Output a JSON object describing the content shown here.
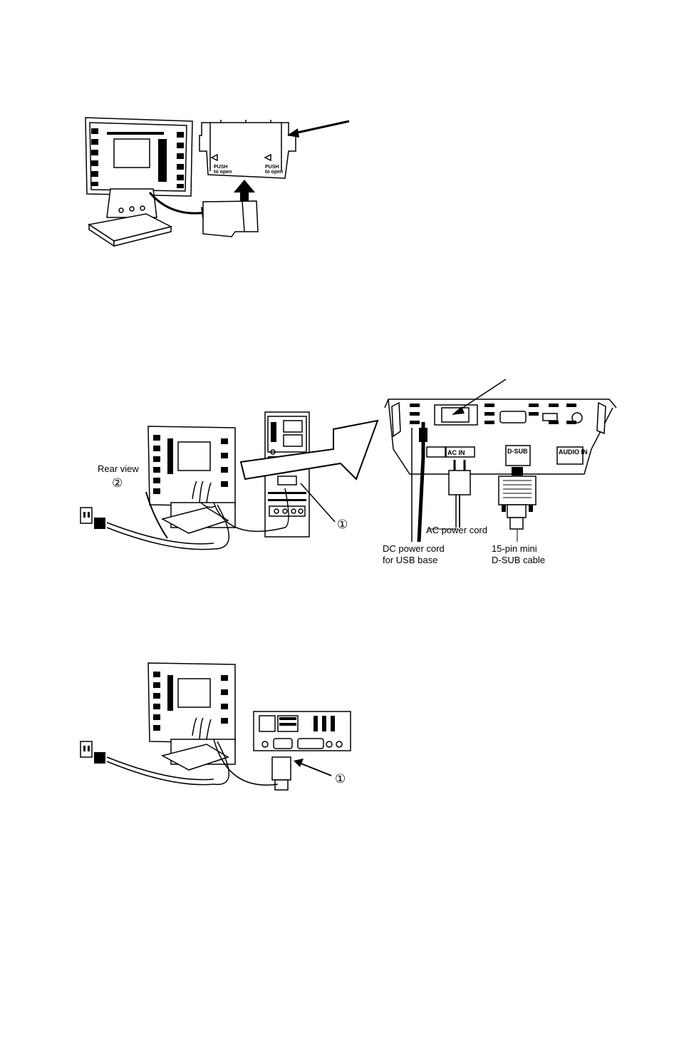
{
  "figure1": {
    "cover_text_left": "PUSH\nto open",
    "cover_text_right": "PUSH\nto open"
  },
  "figure2": {
    "rear_view_label": "Rear view",
    "callout_1": "①",
    "callout_2": "②",
    "port_labels": [
      "AC IN",
      "D-SUB",
      "AUDIO IN"
    ],
    "ac_power_cord_label": "AC power cord",
    "dc_power_cord_label": [
      "DC power cord",
      "for USB base"
    ],
    "dsub_cable_label": [
      "15-pin mini",
      "D-SUB cable"
    ]
  },
  "figure3": {
    "callout_1": "①"
  }
}
